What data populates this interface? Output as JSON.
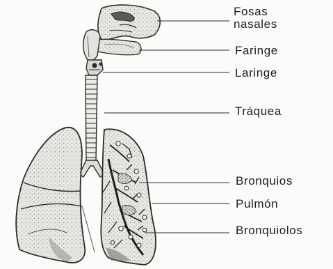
{
  "labels": {
    "fosas_line1": "Fosas",
    "fosas_line2": "nasales",
    "faringe": "Faringe",
    "laringe": "Laringe",
    "traquea": "Tráquea",
    "bronquios": "Bronquios",
    "pulmon": "Pulmón",
    "bronquiolos": "Bronquiolos"
  },
  "colors": {
    "ink": "#2a2a2a",
    "tissue_fill": "#e4e4e2",
    "shade": "#bcbcb8",
    "background": "#fbfbfa"
  }
}
